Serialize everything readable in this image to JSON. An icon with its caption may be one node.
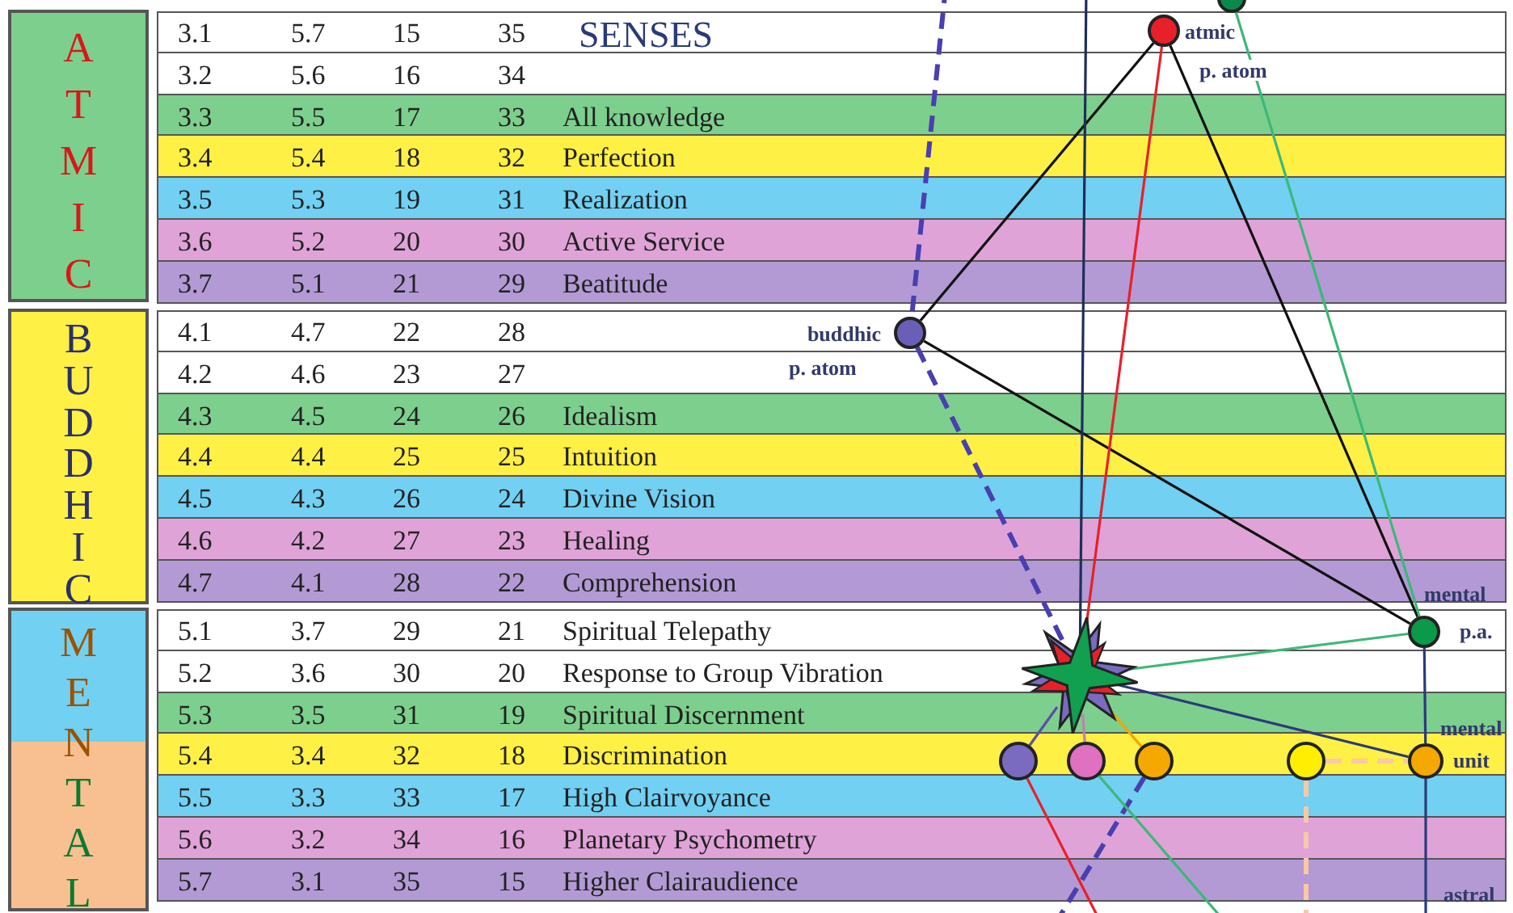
{
  "diagram": {
    "nodes": [
      {
        "text": [
          "ATMIC"
        ]
      },
      {
        "text": [
          "BUDDHIC"
        ]
      },
      {
        "text": [
          "MENTAL"
        ]
      },
      {
        "text": [],
        "shape": "circle"
      },
      {
        "text": [],
        "shape": "circle",
        "beside": [
          "atmic",
          "p. atom"
        ]
      },
      {
        "text": [],
        "shape": "circle",
        "beside": [
          "buddhic",
          "p. atom"
        ]
      },
      {
        "text": [],
        "shape": "circle",
        "beside": [
          "mental",
          "p.a."
        ]
      },
      {
        "text": [],
        "shape": "star"
      },
      {
        "text": [],
        "shape": "circle"
      },
      {
        "text": [],
        "shape": "circle"
      },
      {
        "text": [],
        "shape": "circle"
      },
      {
        "text": [],
        "shape": "circle"
      },
      {
        "text": [],
        "shape": "circle",
        "beside": [
          "mental",
          "unit"
        ]
      }
    ],
    "edges": [
      {
        "from": 4,
        "to": 5,
        "arrow": "none"
      },
      {
        "from": 4,
        "to": 6,
        "arrow": "none"
      },
      {
        "from": 5,
        "to": 6,
        "arrow": "none"
      },
      {
        "from": 4,
        "to": 7,
        "arrow": "none",
        "color": "#e8202a"
      },
      {
        "from": 5,
        "to": 7,
        "arrow": "none",
        "style": "dashed",
        "color": "#4a3fb0"
      },
      {
        "from": null,
        "to": 5,
        "arrow": "none",
        "style": "dashed",
        "color": "#4a3fb0"
      },
      {
        "from": null,
        "to": 7,
        "arrow": "none",
        "color": "#1e2f5a"
      },
      {
        "from": 3,
        "to": 6,
        "arrow": "none",
        "color": "#3cb878"
      },
      {
        "from": 6,
        "to": 7,
        "arrow": "none",
        "color": "#3cb878"
      },
      {
        "from": 7,
        "to": 12,
        "arrow": "none",
        "color": "#2a3a7a"
      },
      {
        "from": 7,
        "to": 8,
        "arrow": "none",
        "color": "#5b4fa8"
      },
      {
        "from": 7,
        "to": 9,
        "arrow": "none",
        "color": "#c080b0"
      },
      {
        "from": 7,
        "to": 10,
        "arrow": "none",
        "color": "#f0a800"
      },
      {
        "from": 8,
        "to": null,
        "arrow": "none",
        "color": "#e8202a"
      },
      {
        "from": 10,
        "to": null,
        "arrow": "none",
        "style": "dashed",
        "color": "#4a3fb0"
      },
      {
        "from": 9,
        "to": null,
        "arrow": "none",
        "color": "#3cb878"
      },
      {
        "from": 11,
        "to": 12,
        "arrow": "none",
        "style": "dashed",
        "color": "#f8c8a8"
      },
      {
        "from": 11,
        "to": null,
        "arrow": "none",
        "style": "dashed",
        "color": "#f8c8a8"
      },
      {
        "from": 6,
        "to": 12,
        "arrow": "none",
        "color": "#2a3a7a"
      },
      {
        "from": 12,
        "to": null,
        "arrow": "none",
        "color": "#2a3a7a"
      }
    ],
    "labels": [
      "3.1",
      "5.7",
      "15",
      "35",
      "SENSES",
      "3.2",
      "5.6",
      "16",
      "34",
      "3.3",
      "5.5",
      "17",
      "33",
      "All knowledge",
      "3.4",
      "5.4",
      "18",
      "32",
      "Perfection",
      "3.5",
      "5.3",
      "19",
      "31",
      "Realization",
      "3.6",
      "5.2",
      "20",
      "30",
      "Active Service",
      "3.7",
      "5.1",
      "21",
      "29",
      "Beatitude",
      "4.1",
      "4.7",
      "22",
      "28",
      "4.2",
      "4.6",
      "23",
      "27",
      "4.3",
      "4.5",
      "24",
      "26",
      "Idealism",
      "4.4",
      "4.4",
      "25",
      "25",
      "Intuition",
      "4.5",
      "4.3",
      "26",
      "24",
      "Divine Vision",
      "4.6",
      "4.2",
      "27",
      "23",
      "Healing",
      "4.7",
      "4.1",
      "28",
      "22",
      "Comprehension",
      "5.1",
      "3.7",
      "29",
      "21",
      "Spiritual Telepathy",
      "5.2",
      "3.6",
      "30",
      "20",
      "Response to Group Vibration",
      "5.3",
      "3.5",
      "31",
      "19",
      "Spiritual Discernment",
      "5.4",
      "3.4",
      "32",
      "18",
      "Discrimination",
      "5.5",
      "3.3",
      "33",
      "17",
      "High Clairvoyance",
      "5.6",
      "3.2",
      "34",
      "16",
      "Planetary Psychometry",
      "5.7",
      "3.1",
      "35",
      "15",
      "Higher Clairaudience",
      "astral"
    ]
  }
}
